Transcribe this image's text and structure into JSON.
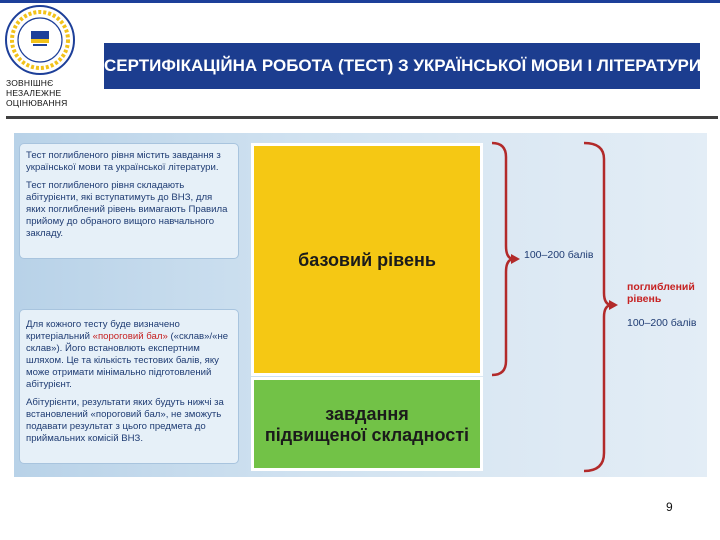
{
  "header": {
    "org_lines": [
      "ЗОВНІШНЄ",
      "НЕЗАЛЕЖНЕ",
      "ОЦІНЮВАННЯ"
    ],
    "banner_title": "СЕРТИФІКАЦІЙНА РОБОТА (ТЕСТ) З УКРАЇНСЬКОЇ МОВИ І ЛІТЕРАТУРИ"
  },
  "notes": {
    "top_p1": "Тест поглибленого рівня містить завдання з української мови та української літератури.",
    "top_p2": "Тест поглибленого рівня складають абітурієнти, які вступатимуть до ВНЗ, для яких поглиблений рівень вимагають Правила прийому до обраного вищого навчального закладу.",
    "bottom_p1_a": "Для кожного тесту буде визначено критеріальний ",
    "bottom_p1_red": "«пороговий бал»",
    "bottom_p1_b": " («склав»/«не склав»). Його встановлють експертним шляхом. Це та кількість тестових балів, яку може отримати мінімально підготовлений абітурієнт.",
    "bottom_p2": "Абітурієнти, результати яких будуть нижчі за встановлений «пороговий бал», не зможуть подавати результат з цього предмета до приймальних комісій ВНЗ."
  },
  "levels": {
    "basic": "базовий рівень",
    "advanced_line1": "завдання",
    "advanced_line2": "підвищеної складності"
  },
  "scores": {
    "basic_score": "100–200 балів",
    "deep_label_line1": "поглиблений",
    "deep_label_line2": "рівень",
    "deep_score": "100–200 балів"
  },
  "footer": {
    "page": "9"
  },
  "colors": {
    "banner": "#1c3d8f",
    "yellow": "#f5c814",
    "green": "#72c247",
    "bracket": "#b22a2a"
  }
}
